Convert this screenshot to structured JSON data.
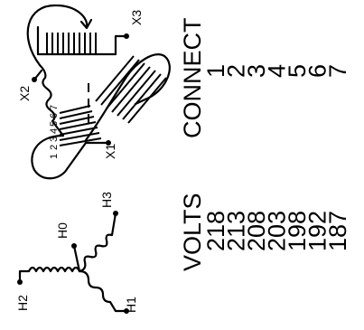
{
  "delta": {
    "terminals": [
      "X1",
      "X2",
      "X3"
    ],
    "taps": [
      "1",
      "2",
      "3",
      "4",
      "5",
      "6",
      "7"
    ]
  },
  "wye": {
    "terminals": [
      "H0",
      "H1",
      "H2",
      "H3"
    ]
  },
  "connect_table": {
    "connect_header": "CONNECT",
    "volts_header": "VOLTS",
    "rows": [
      {
        "connect": "1",
        "volts": "218"
      },
      {
        "connect": "2",
        "volts": "213"
      },
      {
        "connect": "3",
        "volts": "208"
      },
      {
        "connect": "4",
        "volts": "203"
      },
      {
        "connect": "5",
        "volts": "198"
      },
      {
        "connect": "6",
        "volts": "192"
      },
      {
        "connect": "7",
        "volts": "187"
      }
    ]
  }
}
